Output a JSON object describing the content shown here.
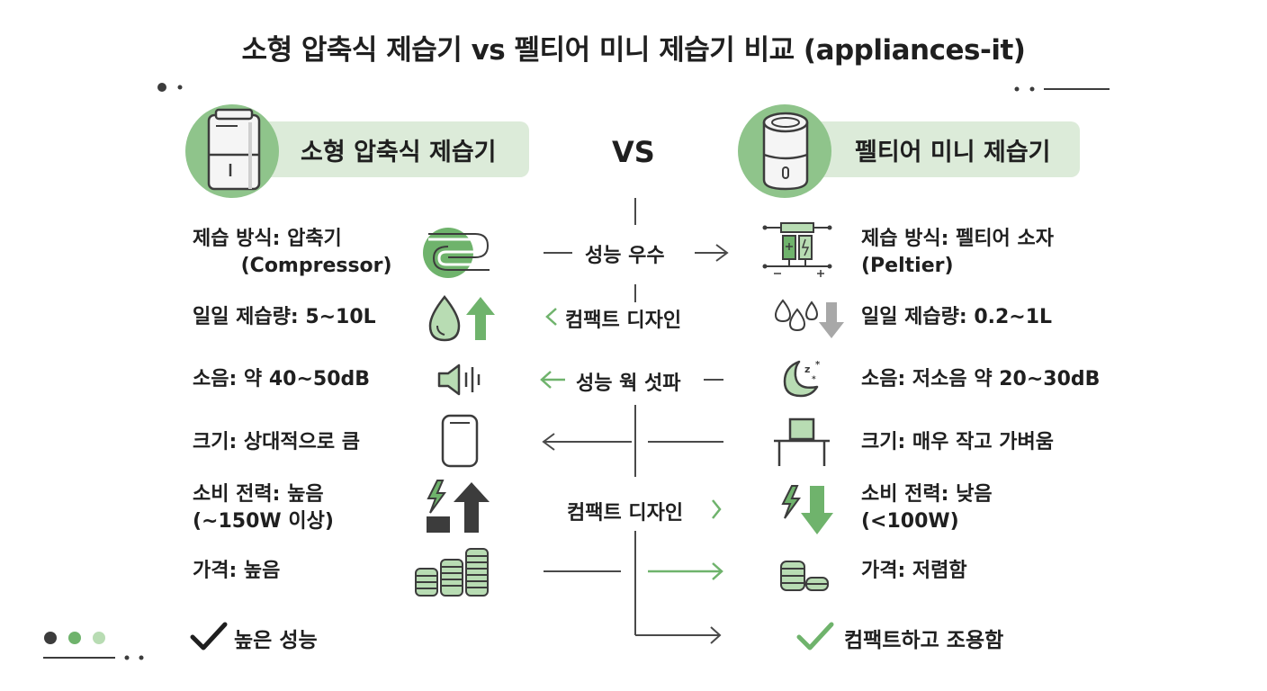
{
  "title": "소형 압축식 제습기 vs 펠티어 미니 제습기 비교 (appliances-it)",
  "vs_label": "VS",
  "left_header": "소형 압축식 제습기",
  "right_header": "펠티어 미니 제습기",
  "left_rows": [
    {
      "text": "제습 방식: 압축기\n       (Compressor)",
      "icon": "compressor-coil-icon"
    },
    {
      "text": "일일 제습량: 5~10L",
      "icon": "water-drop-up-icon"
    },
    {
      "text": "소음: 약 40~50dB",
      "icon": "speaker-icon"
    },
    {
      "text": "크기: 상대적으로 큼",
      "icon": "dehumidifier-outline-icon"
    },
    {
      "text": "소비 전력: 높음\n(~150W 이상)",
      "icon": "power-up-icon"
    },
    {
      "text": "가격: 높음",
      "icon": "coin-stacks-icon"
    }
  ],
  "right_rows": [
    {
      "text": "제습 방식: 펠티어 소자\n(Peltier)",
      "icon": "peltier-module-icon"
    },
    {
      "text": "일일 제습량: 0.2~1L",
      "icon": "water-drops-down-icon"
    },
    {
      "text": "소음: 저소음 약 20~30dB",
      "icon": "moon-sleep-icon"
    },
    {
      "text": "크기: 매우 작고 가벼움",
      "icon": "small-device-on-table-icon"
    },
    {
      "text": "소비 전력: 낮음\n(<100W)",
      "icon": "power-down-icon"
    },
    {
      "text": "가격: 저렴함",
      "icon": "small-coin-stack-icon"
    }
  ],
  "middle_labels": {
    "row1": "성능 우수",
    "row2": "컴팩트 디자인",
    "row3": "성능 웍 섯파",
    "row5": "컴팩트 디자인"
  },
  "footer_left": "높은 성능",
  "footer_right": "컴팩트하고 조용함",
  "colors": {
    "accent_green": "#6fb36c",
    "light_green": "#dcebd9",
    "dark_gray": "#3c3c3c",
    "mid_gray": "#9a9a9a"
  }
}
